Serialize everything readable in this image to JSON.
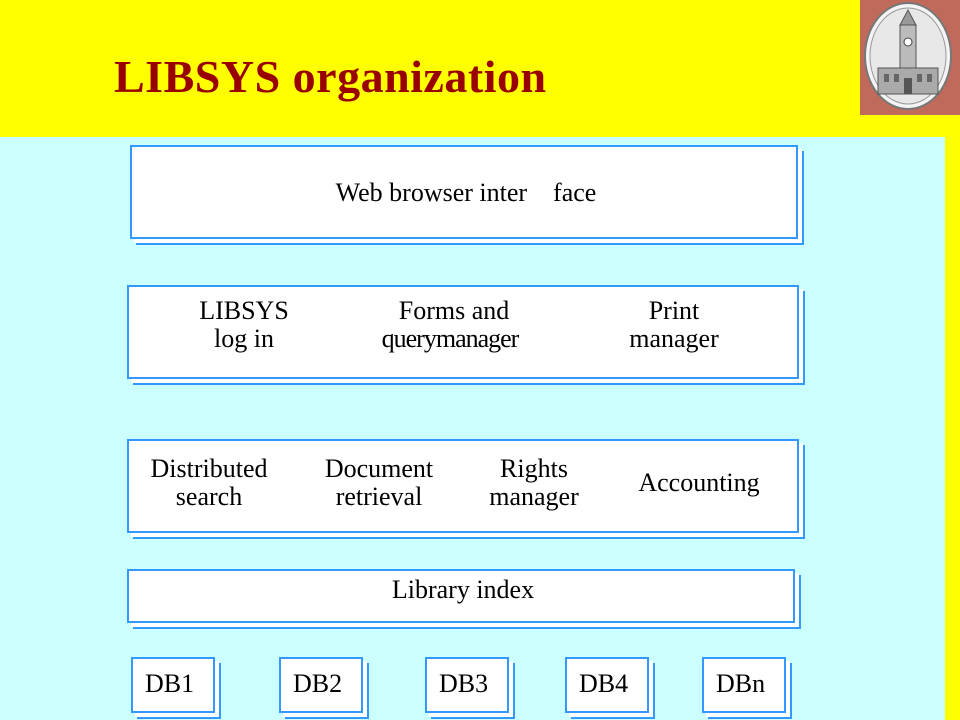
{
  "slide": {
    "title": "LIBSYS organization"
  },
  "diagram": {
    "layer1": {
      "text": "Web browser inter    face"
    },
    "layer2": {
      "items": [
        {
          "line1": "LIBSYS",
          "line2": "log in"
        },
        {
          "line1": "Forms and",
          "line2": "querymanager"
        },
        {
          "line1": "Print",
          "line2": "manager"
        }
      ]
    },
    "layer3": {
      "items": [
        {
          "line1": "Distributed",
          "line2": "search"
        },
        {
          "line1": "Document",
          "line2": "retrieval"
        },
        {
          "line1": "Rights",
          "line2": "manager"
        },
        {
          "line1": "Accounting",
          "line2": ""
        }
      ]
    },
    "layer4": {
      "text": "Library index"
    },
    "databases": [
      "DB1",
      "DB2",
      "DB3",
      "DB4",
      "DBn"
    ]
  },
  "colors": {
    "header_bg": "#ffff00",
    "title": "#990000",
    "content_bg": "#ccffff",
    "box_border": "#3399ff"
  },
  "icons": {
    "logo": "clock-tower-logo"
  }
}
